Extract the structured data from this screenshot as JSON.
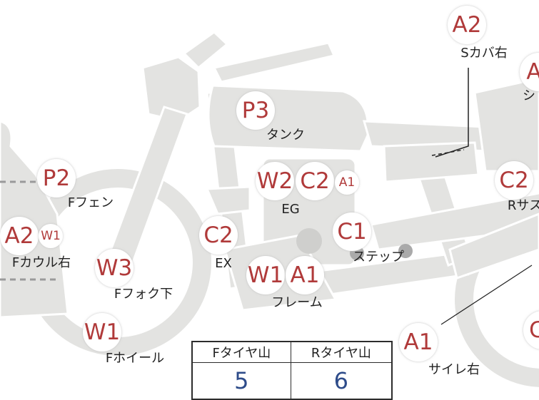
{
  "badges": {
    "s_cover_a2": "A2",
    "seat_a": "A",
    "tank_p3": "P3",
    "ffender_p2": "P2",
    "eg_w2": "W2",
    "eg_c2": "C2",
    "eg_a1": "A1",
    "rsus_c2": "C2",
    "fcowl_a2": "A2",
    "fcowl_w1": "W1",
    "ex_c2": "C2",
    "step_c1": "C1",
    "frame_w1": "W1",
    "frame_a1": "A1",
    "ffork_w3": "W3",
    "fwheel_w1": "W1",
    "sairen_a1": "A1",
    "rear_c": "C"
  },
  "labels": {
    "s_cover": "Sカバ右",
    "seat": "シ",
    "tank": "タンク",
    "ffender": "Fフェン",
    "eg": "EG",
    "rsus": "Rサス",
    "fcowl": "Fカウル右",
    "ex": "EX",
    "step": "ステップ",
    "frame": "フレーム",
    "ffork": "Fフォク下",
    "fwheel": "Fホイール",
    "sairen": "サイレ右"
  },
  "tire_table": {
    "headers": [
      "Fタイヤ山",
      "Rタイヤ山"
    ],
    "values": [
      "5",
      "6"
    ]
  },
  "colors": {
    "badge_text": "#b03a3a",
    "body_fill": "#e3e3e1",
    "body_stroke": "#ffffff",
    "value_text": "#2e4c8a"
  }
}
